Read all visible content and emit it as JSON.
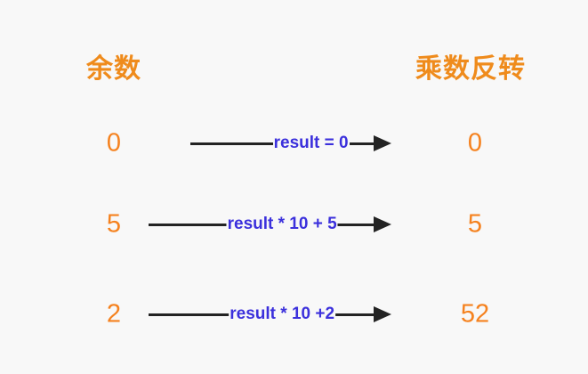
{
  "headers": {
    "left": "余数",
    "right": "乘数反转"
  },
  "colors": {
    "background": "#f8f8f8",
    "orange": "#f5821f",
    "header_orange": "#ef8b1c",
    "blue": "#3b30dc",
    "arrow": "#232323"
  },
  "rows": [
    {
      "remainder": "0",
      "operation": "result = 0",
      "result": "0"
    },
    {
      "remainder": "5",
      "operation": "result * 10 + 5",
      "result": "5"
    },
    {
      "remainder": "2",
      "operation": "result * 10 +2",
      "result": "52"
    }
  ]
}
